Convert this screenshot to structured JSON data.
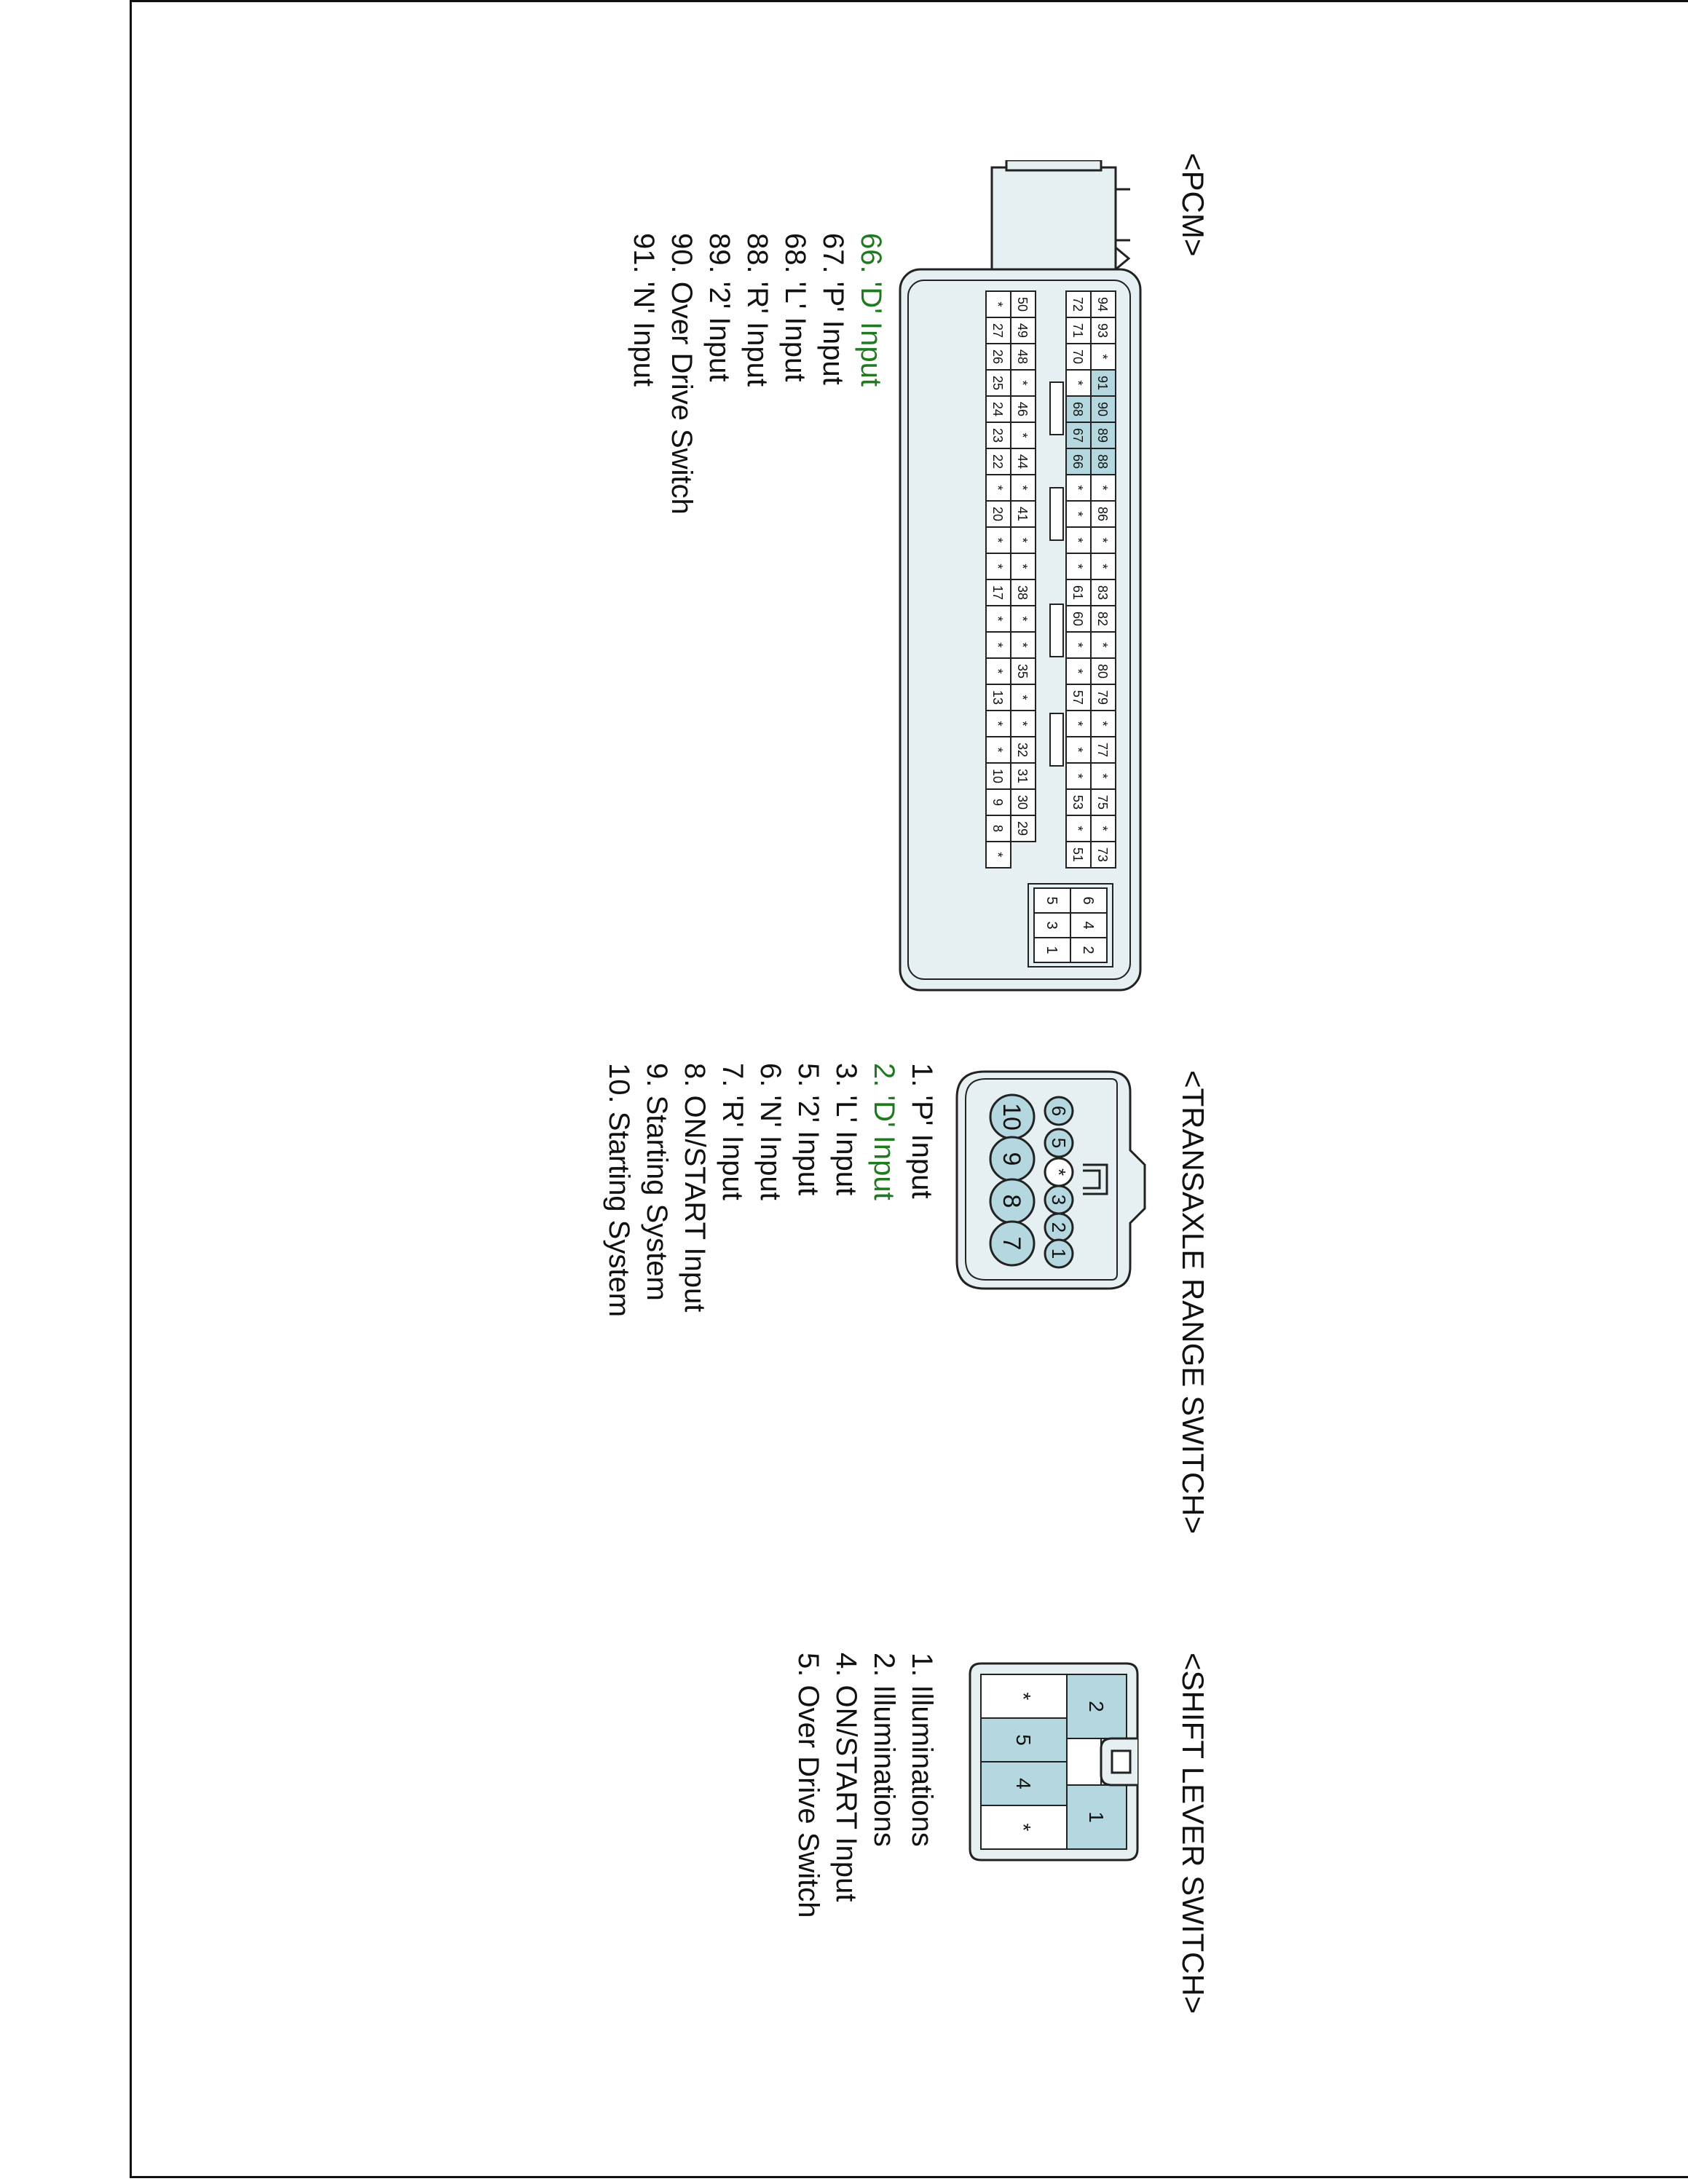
{
  "pcm": {
    "title": "<PCM>",
    "pins": [
      {
        "label": "66. 'D' Input",
        "highlight": true
      },
      {
        "label": "67. 'P' Input",
        "highlight": false
      },
      {
        "label": "68. 'L' Input",
        "highlight": false
      },
      {
        "label": "88. 'R' Input",
        "highlight": false
      },
      {
        "label": "89. '2' Input",
        "highlight": false
      },
      {
        "label": "90. Over Drive Switch",
        "highlight": false
      },
      {
        "label": "91. 'N' Input",
        "highlight": false
      }
    ],
    "connector": {
      "row1": [
        "94",
        "93",
        "*",
        "91",
        "90",
        "89",
        "88",
        "*",
        "86",
        "*",
        "*",
        "83",
        "82",
        "*",
        "80",
        "79",
        "*",
        "77",
        "*",
        "75",
        "*",
        "73"
      ],
      "row2": [
        "72",
        "71",
        "70",
        "*",
        "68",
        "67",
        "66",
        "*",
        "*",
        "*",
        "*",
        "61",
        "60",
        "*",
        "*",
        "57",
        "*",
        "*",
        "*",
        "53",
        "*",
        "51"
      ],
      "row3": [
        "50",
        "49",
        "48",
        "*",
        "46",
        "*",
        "44",
        "*",
        "41",
        "*",
        "*",
        "38",
        "*",
        "*",
        "35",
        "*",
        "*",
        "32",
        "31",
        "30",
        "29"
      ],
      "row4": [
        "*",
        "27",
        "26",
        "25",
        "24",
        "23",
        "22",
        "*",
        "20",
        "*",
        "*",
        "17",
        "*",
        "*",
        "*",
        "13",
        "*",
        "*",
        "10",
        "9",
        "8",
        "*"
      ],
      "highlighted": [
        "91",
        "90",
        "89",
        "88",
        "68",
        "67",
        "66"
      ],
      "aux_pins": [
        "6",
        "5",
        "4",
        "3",
        "2",
        "1"
      ]
    }
  },
  "transaxle": {
    "title": "<TRANSAXLE RANGE SWITCH>",
    "pins": [
      {
        "label": "1. 'P' Input",
        "highlight": false
      },
      {
        "label": "2. 'D' Input",
        "highlight": true
      },
      {
        "label": "3. 'L' Input",
        "highlight": false
      },
      {
        "label": "5. '2' Input",
        "highlight": false
      },
      {
        "label": "6. 'N' Input",
        "highlight": false
      },
      {
        "label": "7. 'R' Input",
        "highlight": false
      },
      {
        "label": "8. ON/START Input",
        "highlight": false
      },
      {
        "label": "9. Starting System",
        "highlight": false
      },
      {
        "label": "10. Starting System",
        "highlight": false
      }
    ],
    "connector": {
      "small": [
        "6",
        "5",
        "*",
        "3",
        "2",
        "1"
      ],
      "large": [
        "10",
        "9",
        "8",
        "7"
      ]
    }
  },
  "shift_lever": {
    "title": "<SHIFT LEVER SWITCH>",
    "pins": [
      {
        "label": "1. Illuminations",
        "highlight": false
      },
      {
        "label": "2. Illuminations",
        "highlight": false
      },
      {
        "label": "4. ON/START Input",
        "highlight": false
      },
      {
        "label": "5. Over Drive Switch",
        "highlight": false
      }
    ],
    "connector": {
      "top": [
        "2",
        "",
        "1"
      ],
      "mid": [
        "*",
        "5",
        "4",
        "*"
      ]
    }
  },
  "colors": {
    "pin_fill": "#b5d8e0",
    "connector_body": "#e6f0f2",
    "highlight_text": "#1f7a1f"
  }
}
